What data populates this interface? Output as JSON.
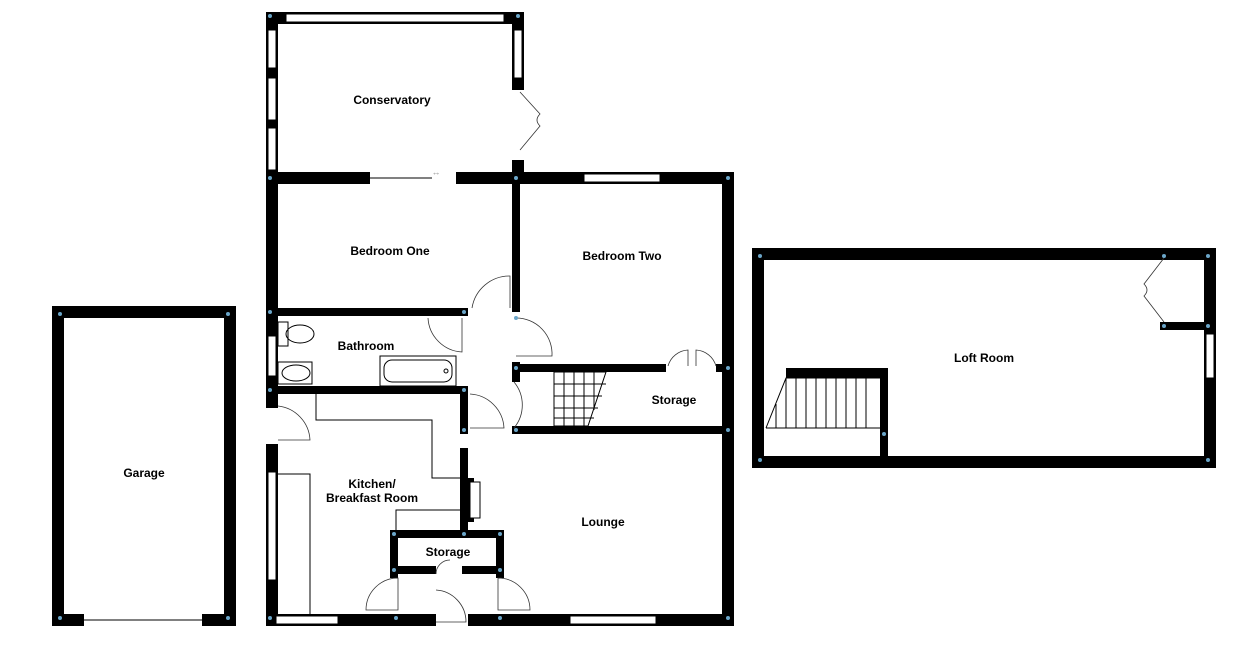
{
  "floorplan": {
    "rooms": {
      "conservatory": "Conservatory",
      "bedroom_one": "Bedroom One",
      "bedroom_two": "Bedroom Two",
      "bathroom": "Bathroom",
      "storage_upper": "Storage",
      "kitchen_line1": "Kitchen/",
      "kitchen_line2": "Breakfast Room",
      "storage_lower": "Storage",
      "lounge": "Lounge",
      "garage": "Garage",
      "loft_room": "Loft Room"
    },
    "colors": {
      "wall": "#000000",
      "background": "#ffffff",
      "node": "#6ba6c9"
    }
  }
}
